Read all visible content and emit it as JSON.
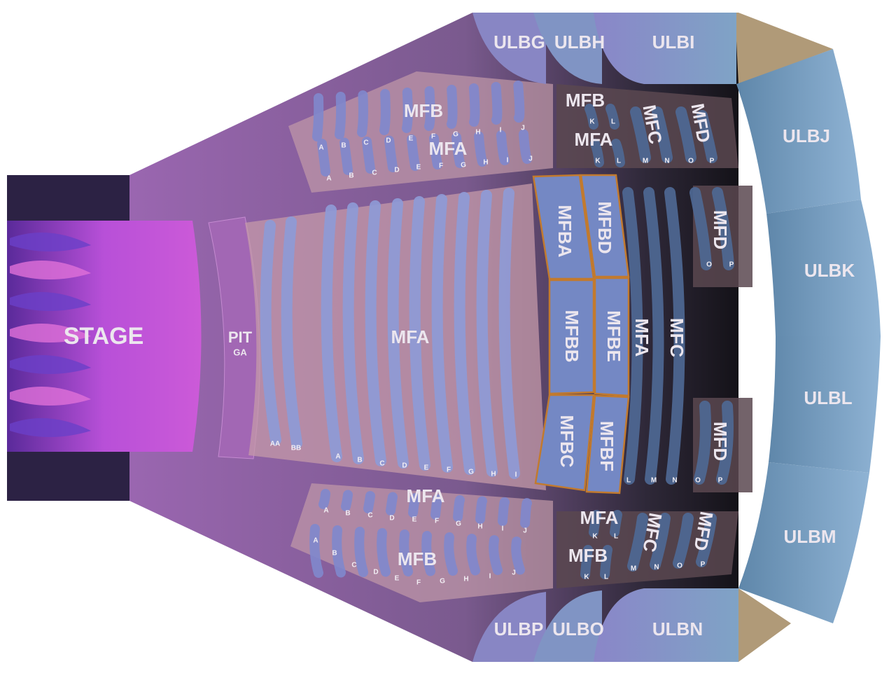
{
  "stage": {
    "label": "STAGE"
  },
  "pit": {
    "label": "PIT",
    "sublabel": "GA"
  },
  "colors": {
    "stage_pink": "#c858d8",
    "floor_purple": "#8a5a9e",
    "seat_blue": "#7f8fd0",
    "seat_dark": "#3f5680",
    "box_brown": "#5a4648",
    "balcony_blue": "#7fa3c6",
    "tan": "#b09a78",
    "box_border": "#c27a2e"
  },
  "sections": {
    "main_mfa": "MFA",
    "mfba": "MFBA",
    "mfbb": "MFBB",
    "mfbc": "MFBC",
    "mfbd": "MFBD",
    "mfbe": "MFBE",
    "mfbf": "MFBF",
    "right_mfa": "MFA",
    "right_mfc": "MFC",
    "mfd_upper": "MFD",
    "mfd_lower": "MFD",
    "top_mfb": "MFB",
    "top_mfa": "MFA",
    "top_box_mfb": "MFB",
    "top_box_mfa": "MFA",
    "top_box_mfc": "MFC",
    "top_box_mfd": "MFD",
    "bottom_mfa": "MFA",
    "bottom_mfb": "MFB",
    "bottom_box_mfa": "MFA",
    "bottom_box_mfb": "MFB",
    "bottom_box_mfc": "MFC",
    "bottom_box_mfd": "MFD"
  },
  "balcony": {
    "ulbg": "ULBG",
    "ulbh": "ULBH",
    "ulbi": "ULBI",
    "ulbj": "ULBJ",
    "ulbk": "ULBK",
    "ulbl": "ULBL",
    "ulbm": "ULBM",
    "ulbn": "ULBN",
    "ulbo": "ULBO",
    "ulbp": "ULBP"
  },
  "rows": {
    "main": [
      "AA",
      "BB",
      "A",
      "B",
      "C",
      "D",
      "E",
      "F",
      "G",
      "H",
      "I"
    ],
    "right": [
      "L",
      "M",
      "N",
      "O",
      "P"
    ],
    "mfd_upper": [
      "O",
      "P"
    ],
    "top_upper": [
      "A",
      "B",
      "C",
      "D",
      "E",
      "F",
      "G",
      "H",
      "I",
      "J"
    ],
    "top_lower": [
      "A",
      "B",
      "C",
      "D",
      "E",
      "F",
      "G",
      "H",
      "I",
      "J"
    ],
    "top_box_upper": [
      "K",
      "L"
    ],
    "top_box_lower": [
      "K",
      "L",
      "M",
      "N",
      "O",
      "P"
    ],
    "bottom_upper": [
      "A",
      "B",
      "C",
      "D",
      "E",
      "F",
      "G",
      "H",
      "I",
      "J"
    ],
    "bottom_lower": [
      "A",
      "B",
      "C",
      "D",
      "E",
      "F",
      "G",
      "H",
      "I",
      "J"
    ],
    "bottom_box_upper": [
      "K",
      "L"
    ],
    "bottom_box_lower": [
      "K",
      "L",
      "M",
      "N",
      "O",
      "P"
    ]
  }
}
